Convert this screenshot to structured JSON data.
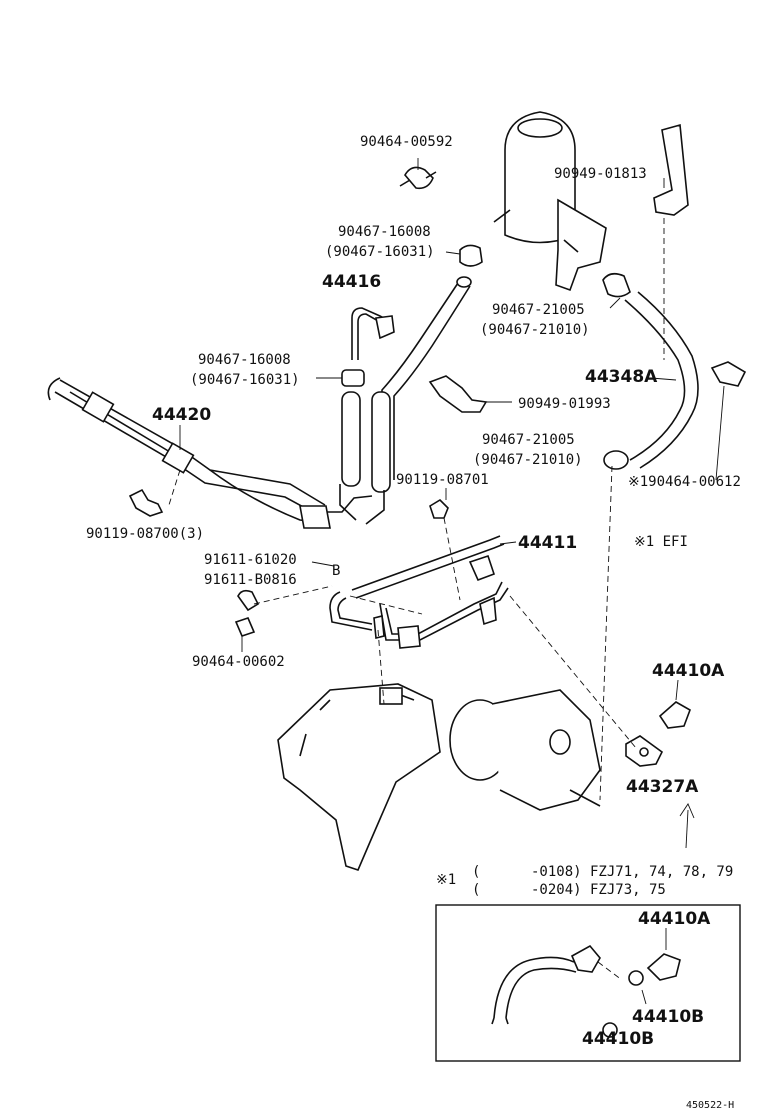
{
  "labels": {
    "p_90464_00592": "90464-00592",
    "p_90949_01813": "90949-01813",
    "p_90467_16008_a": "90467-16008",
    "p_90467_16031_a": "(90467-16031)",
    "p_44416": "44416",
    "p_90467_21005_a": "90467-21005",
    "p_90467_21010_a": "(90467-21010)",
    "p_90467_16008_b": "90467-16008",
    "p_90467_16031_b": "(90467-16031)",
    "p_44348A": "44348A",
    "p_90949_01993": "90949-01993",
    "p_44420": "44420",
    "p_90467_21005_b": "90467-21005",
    "p_90467_21010_b": "(90467-21010)",
    "p_90119_08701": "90119-08701",
    "p_90464_00612": "※190464-00612",
    "p_90119_08700": "90119-08700(3)",
    "p_44411": "44411",
    "efi_note": "※1 EFI",
    "p_91611_61020": "91611-61020",
    "p_91611_B0816": "91611-B0816",
    "ref_B": "B",
    "p_90464_00602": "90464-00602",
    "p_44410A_main": "44410A",
    "p_44327A": "44327A",
    "p_44410A_inset": "44410A",
    "p_44410B_a": "44410B",
    "p_44410B_b": "44410B"
  },
  "notes": {
    "mark": "※1",
    "line1": "(      -0108) FZJ71, 74, 78, 79",
    "line2": "(      -0204) FZJ73, 75"
  },
  "footer": {
    "code": "450522-H"
  }
}
